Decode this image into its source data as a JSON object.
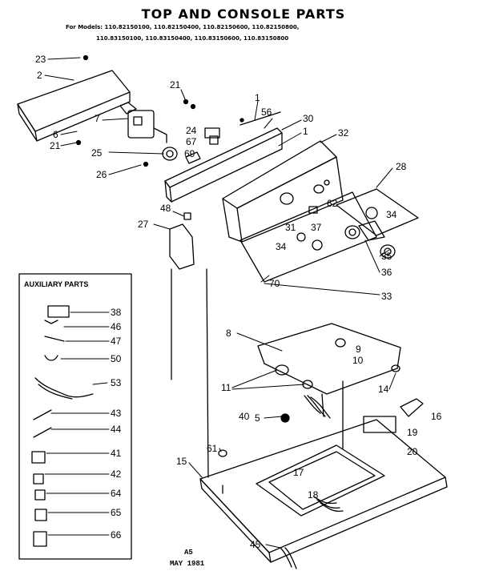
{
  "title": "TOP AND CONSOLE PARTS",
  "models": {
    "line1": "For Models: 110.82150100, 110.82150400, 110.82150600, 110.82150800,",
    "line2": "110.83150100, 110.83150400, 110.83150600, 110.83150800"
  },
  "callouts": [
    "23",
    "2",
    "21",
    "7",
    "6",
    "21",
    "25",
    "26",
    "24",
    "67",
    "69",
    "1",
    "56",
    "30",
    "1",
    "32",
    "28",
    "62",
    "31",
    "37",
    "34",
    "34",
    "35",
    "36",
    "33",
    "48",
    "27",
    "70",
    "8",
    "9",
    "10",
    "11",
    "14",
    "16",
    "40",
    "5",
    "19",
    "20",
    "61",
    "15",
    "17",
    "18",
    "45"
  ],
  "auxiliary": {
    "title": "AUXILIARY PARTS",
    "items": [
      "38",
      "46",
      "47",
      "50",
      "53",
      "43",
      "44",
      "41",
      "42",
      "64",
      "65",
      "66"
    ]
  },
  "footer": {
    "code": "A5",
    "date": "MAY 1981"
  }
}
